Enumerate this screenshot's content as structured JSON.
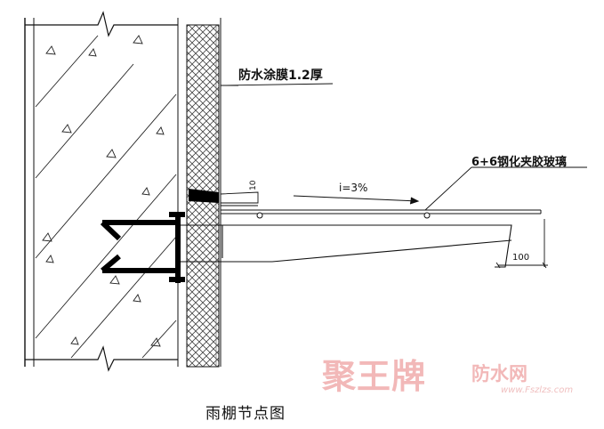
{
  "labels": {
    "coating": "防水涂膜1.2厚",
    "glass": "6+6钢化夹胶玻璃",
    "slope": "i=3%",
    "dim_100": "100",
    "small_dim": "10"
  },
  "caption": "雨棚节点图",
  "watermark": {
    "brand": "聚王牌",
    "site": "防水网",
    "url": "www.Fszlzs.com"
  }
}
